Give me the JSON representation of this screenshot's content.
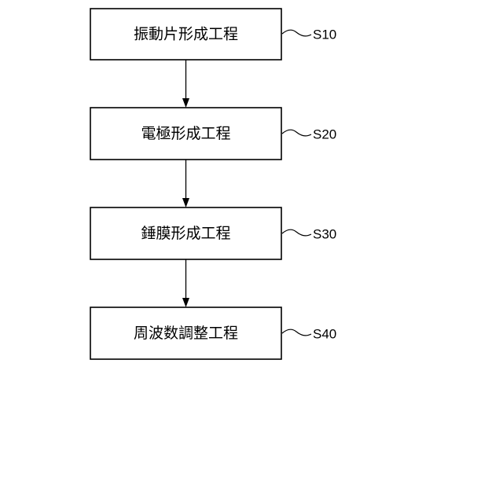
{
  "flowchart": {
    "steps": [
      {
        "text": "振動片形成工程",
        "label": "S10"
      },
      {
        "text": "電極形成工程",
        "label": "S20"
      },
      {
        "text": "錘膜形成工程",
        "label": "S30"
      },
      {
        "text": "周波数調整工程",
        "label": "S40"
      }
    ]
  }
}
